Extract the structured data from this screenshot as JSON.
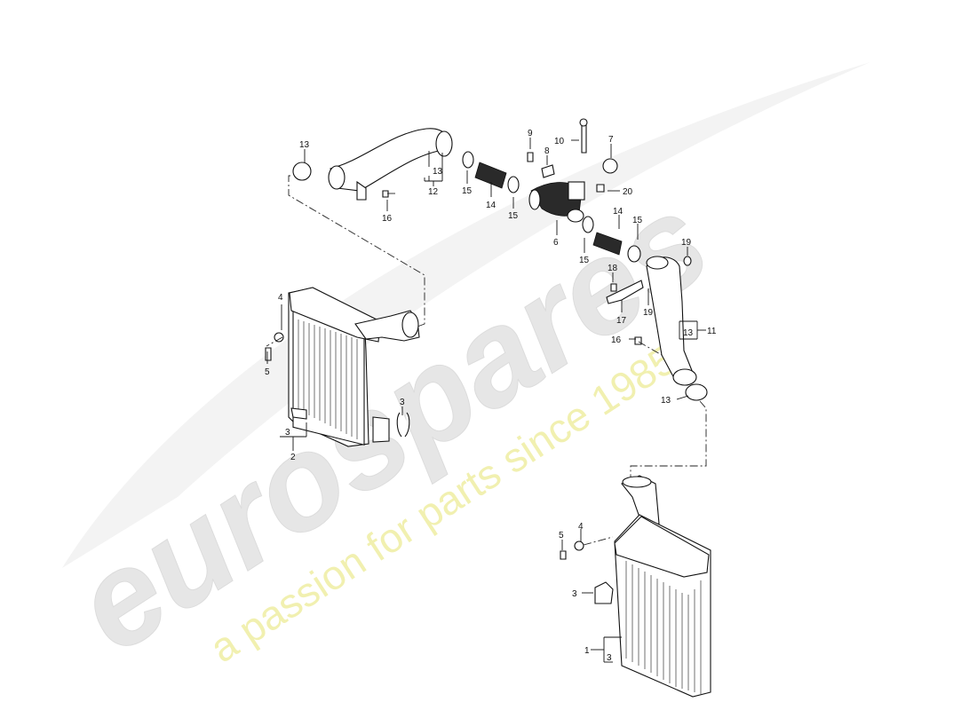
{
  "watermark": {
    "brand": "eurospares",
    "tagline": "a passion for parts since 1985",
    "brand_color": "#e6e6e6",
    "tagline_color": "#f1f0b0"
  },
  "callouts": {
    "c1": "1",
    "c2": "2",
    "c3a": "3",
    "c3b": "3",
    "c3c": "3",
    "c3d": "3",
    "c4a": "4",
    "c4b": "4",
    "c5a": "5",
    "c5b": "5",
    "c6": "6",
    "c7": "7",
    "c8": "8",
    "c9": "9",
    "c10": "10",
    "c11": "11",
    "c12": "12",
    "c13a": "13",
    "c13b": "13",
    "c13c": "13",
    "c13d": "13",
    "c14a": "14",
    "c14b": "14",
    "c15a": "15",
    "c15b": "15",
    "c15c": "15",
    "c15d": "15",
    "c16a": "16",
    "c16b": "16",
    "c17": "17",
    "c18": "18",
    "c19a": "19",
    "c19b": "19",
    "c20": "20"
  }
}
